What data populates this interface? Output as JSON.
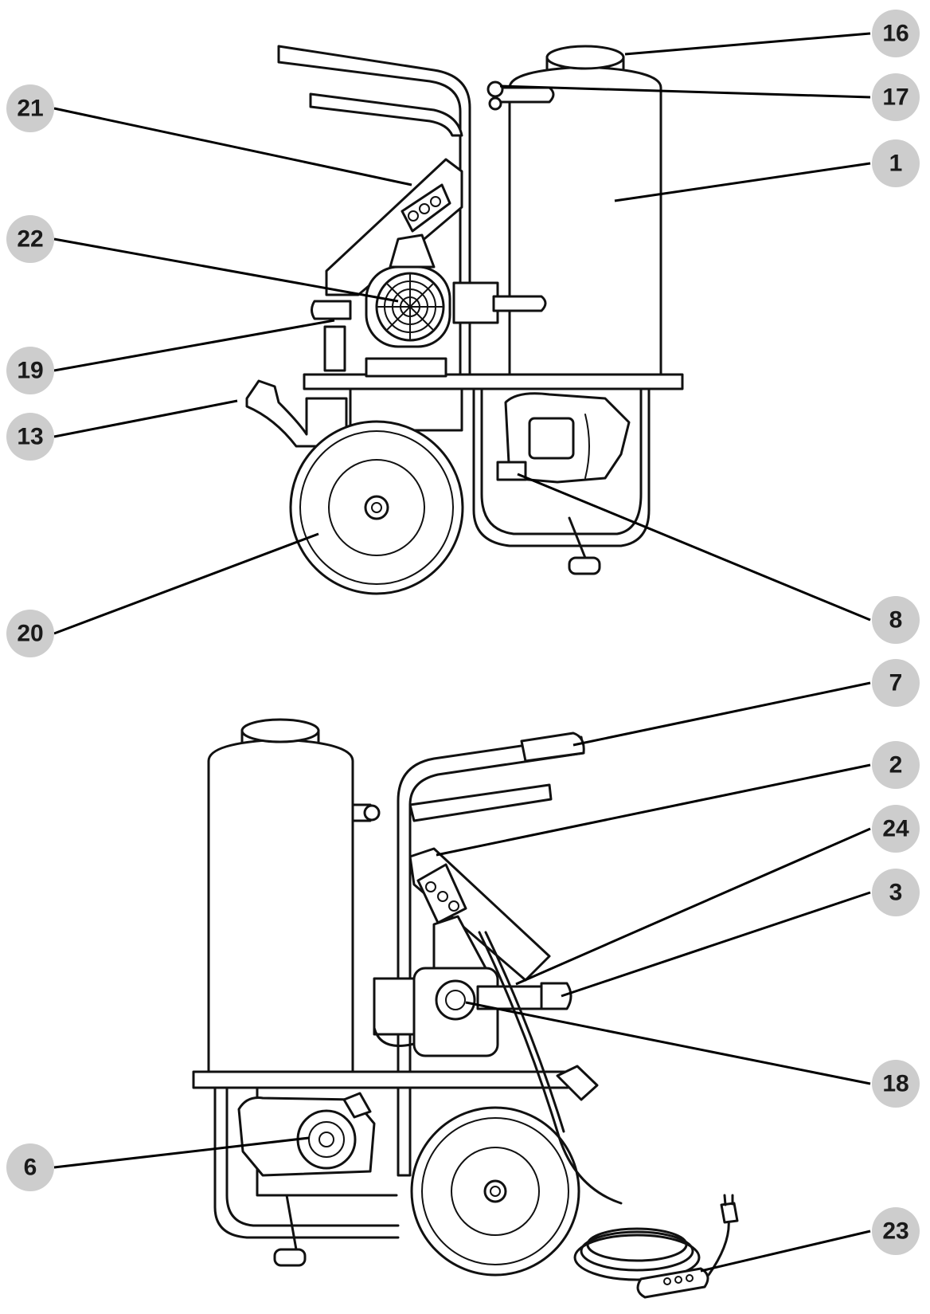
{
  "diagram": {
    "views": [
      {
        "id": "top-view",
        "callouts": [
          {
            "label": "16"
          },
          {
            "label": "17"
          },
          {
            "label": "21"
          },
          {
            "label": "1"
          },
          {
            "label": "22"
          },
          {
            "label": "19"
          },
          {
            "label": "13"
          },
          {
            "label": "20"
          },
          {
            "label": "8"
          }
        ]
      },
      {
        "id": "bottom-view",
        "callouts": [
          {
            "label": "7"
          },
          {
            "label": "2"
          },
          {
            "label": "24"
          },
          {
            "label": "3"
          },
          {
            "label": "18"
          },
          {
            "label": "6"
          },
          {
            "label": "23"
          }
        ]
      }
    ],
    "colors": {
      "callout_fill": "#cdcdcd",
      "line": "#000000",
      "background": "#ffffff"
    }
  }
}
